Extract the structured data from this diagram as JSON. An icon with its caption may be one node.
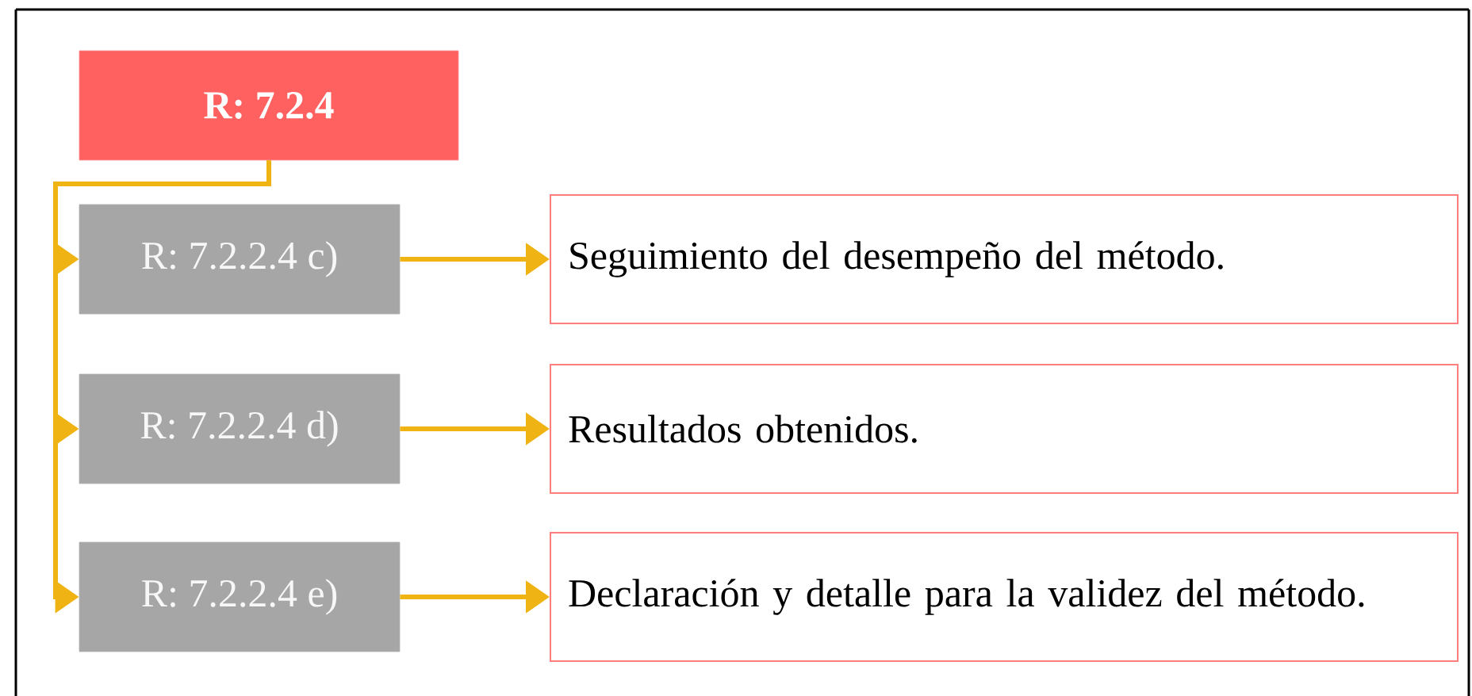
{
  "diagram": {
    "nodes": [
      {
        "text": [
          "R: 7.2.4"
        ]
      },
      {
        "text": [
          "R: 7.2.2.4 c)"
        ]
      },
      {
        "text": [
          "R: 7.2.2.4 d)"
        ]
      },
      {
        "text": [
          "R: 7.2.2.4 e)"
        ]
      },
      {
        "text": [
          "Seguimiento del desempeño del método."
        ]
      },
      {
        "text": [
          "Resultados obtenidos."
        ]
      },
      {
        "text": [
          "Declaración y detalle para la validez del método."
        ]
      }
    ],
    "edges": [
      {
        "from": 0,
        "to": 1,
        "arrow": "to"
      },
      {
        "from": 0,
        "to": 2,
        "arrow": "to"
      },
      {
        "from": 0,
        "to": 3,
        "arrow": "to"
      },
      {
        "from": 1,
        "to": 4,
        "arrow": "to"
      },
      {
        "from": 2,
        "to": 5,
        "arrow": "to"
      },
      {
        "from": 3,
        "to": 6,
        "arrow": "to"
      }
    ]
  }
}
